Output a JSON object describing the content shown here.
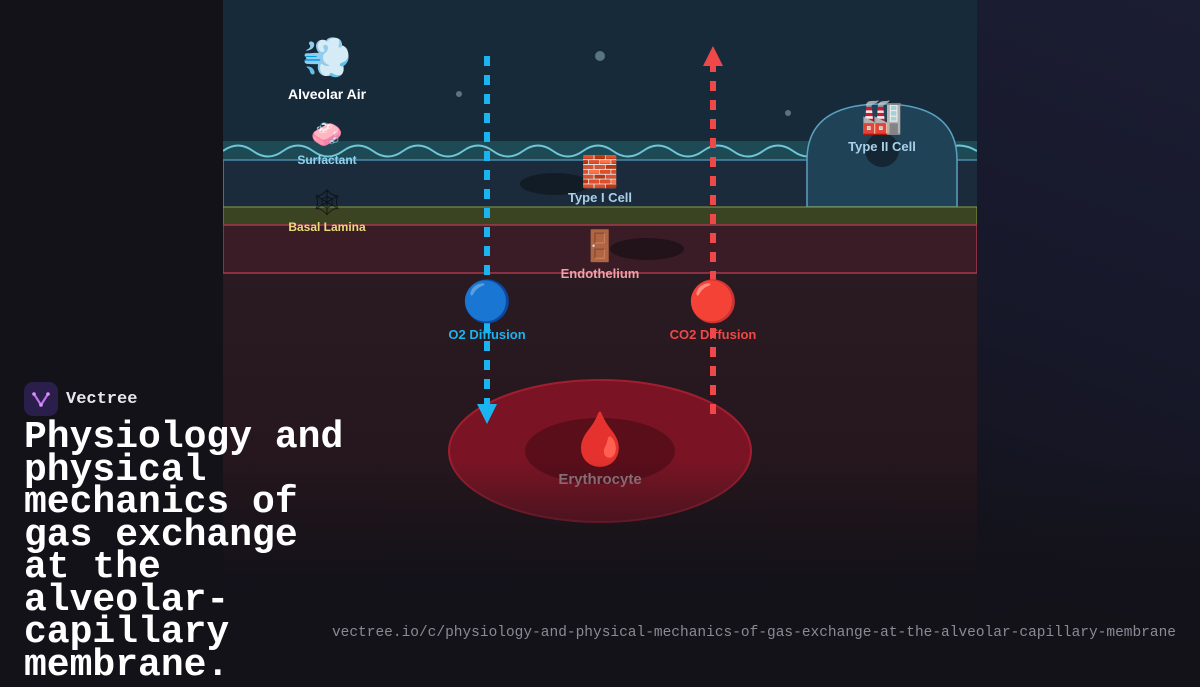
{
  "diagram": {
    "labels": {
      "alveolar_air": "Alveolar Air",
      "surfactant": "Surfactant",
      "basal_lamina": "Basal Lamina",
      "type1_cell": "Type I Cell",
      "type2_cell": "Type II Cell",
      "endothelium": "Endothelium",
      "o2_diffusion": "O2 Diffusion",
      "co2_diffusion": "CO2 Diffusion",
      "erythrocyte": "Erythrocyte"
    },
    "emojis": {
      "alveolar_air": "💨",
      "surfactant": "🧼",
      "basal_lamina": "🕸",
      "type1_cell": "🧱",
      "type2_cell": "🏭",
      "endothelium": "🚪",
      "o2": "🔵",
      "co2": "🔴",
      "erythrocyte": "🩸"
    },
    "icons": {
      "alveolar_air": "dashing-away-icon",
      "surfactant": "soap-icon",
      "basal_lamina": "spider-web-icon",
      "type1_cell": "brick-icon",
      "type2_cell": "factory-icon",
      "endothelium": "door-icon",
      "o2": "blue-circle-icon",
      "co2": "red-circle-icon",
      "erythrocyte": "drop-of-blood-icon"
    },
    "colors": {
      "o2_arrow": "#1ab4f0",
      "co2_arrow": "#f04848",
      "surfactant_label": "#8fd3f0",
      "basal_lamina_label": "#e8dc78",
      "endothelium_label": "#f0a0a8"
    }
  },
  "brand": {
    "name": "Vectree"
  },
  "title": "Physiology and physical mechanics of gas exchange at the alveolar-capillary membrane.",
  "url": "vectree.io/c/physiology-and-physical-mechanics-of-gas-exchange-at-the-alveolar-capillary-membrane"
}
